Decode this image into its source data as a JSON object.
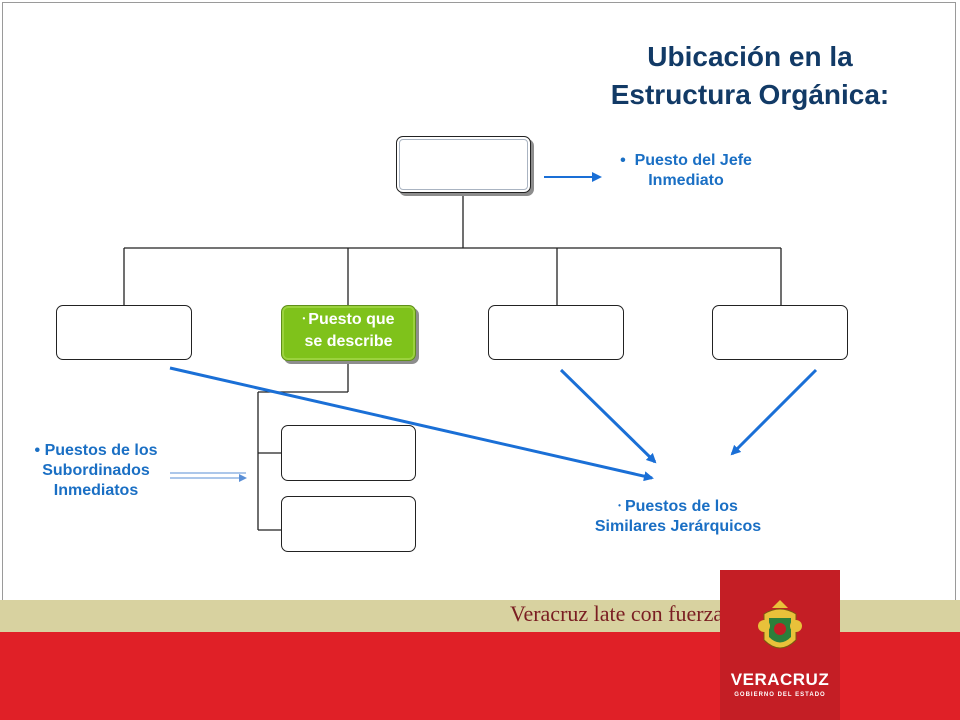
{
  "title": {
    "line1": "Ubicación en la",
    "line2": "Estructura Orgánica:"
  },
  "selected_box": {
    "line1": "Puesto que",
    "line2": "se describe"
  },
  "labels": {
    "boss": {
      "line1": "Puesto del Jefe",
      "line2": "Inmediato"
    },
    "subordinates": {
      "line1": "Puestos de los",
      "line2": "Subordinados",
      "line3": "Inmediatos"
    },
    "peers": {
      "line1": "Puestos de los",
      "line2": "Similares Jerárquicos"
    }
  },
  "footer": {
    "slogan": "Veracruz late con fuerza",
    "logo_name": "VERACRUZ",
    "logo_sub": "GOBIERNO DEL ESTADO",
    "logo_icon": "veracruz-coat-of-arms-icon"
  },
  "colors": {
    "title": "#123a66",
    "label_text": "#1a6fc4",
    "arrow": "#1a6fd6",
    "selected_fill": "#7fc21b",
    "footer_band": "#d8d2a0",
    "footer_red": "#e02027"
  }
}
